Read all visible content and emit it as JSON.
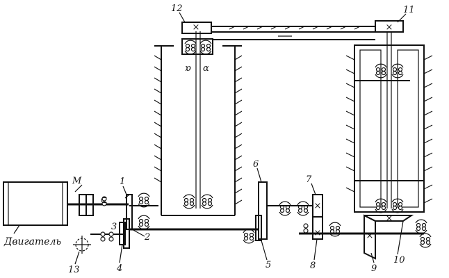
{
  "labels": {
    "engine": "Двигатель",
    "coupling": "M",
    "n1": "1",
    "n2": "2",
    "n3": "3",
    "n4": "4",
    "n5": "5",
    "n6": "6",
    "n7": "7",
    "n8": "8",
    "n9": "9",
    "n10": "10",
    "n11": "11",
    "n12": "12",
    "n13": "13"
  }
}
